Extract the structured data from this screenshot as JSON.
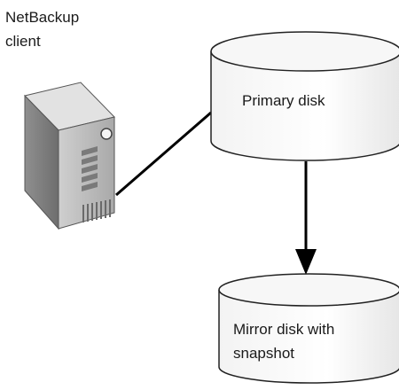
{
  "client": {
    "label_line1": "NetBackup",
    "label_line2": "client",
    "icon": "server-tower-icon"
  },
  "primary_disk": {
    "label": "Primary disk",
    "icon": "disk-cylinder-icon"
  },
  "mirror_disk": {
    "label_line1": "Mirror disk with",
    "label_line2": "snapshot",
    "icon": "disk-cylinder-icon"
  },
  "colors": {
    "cylinder_fill": "#eeeeee",
    "cylinder_stroke": "#222222",
    "line": "#000000",
    "server_light": "#d9d9d9",
    "server_dark": "#8a8a8a"
  }
}
